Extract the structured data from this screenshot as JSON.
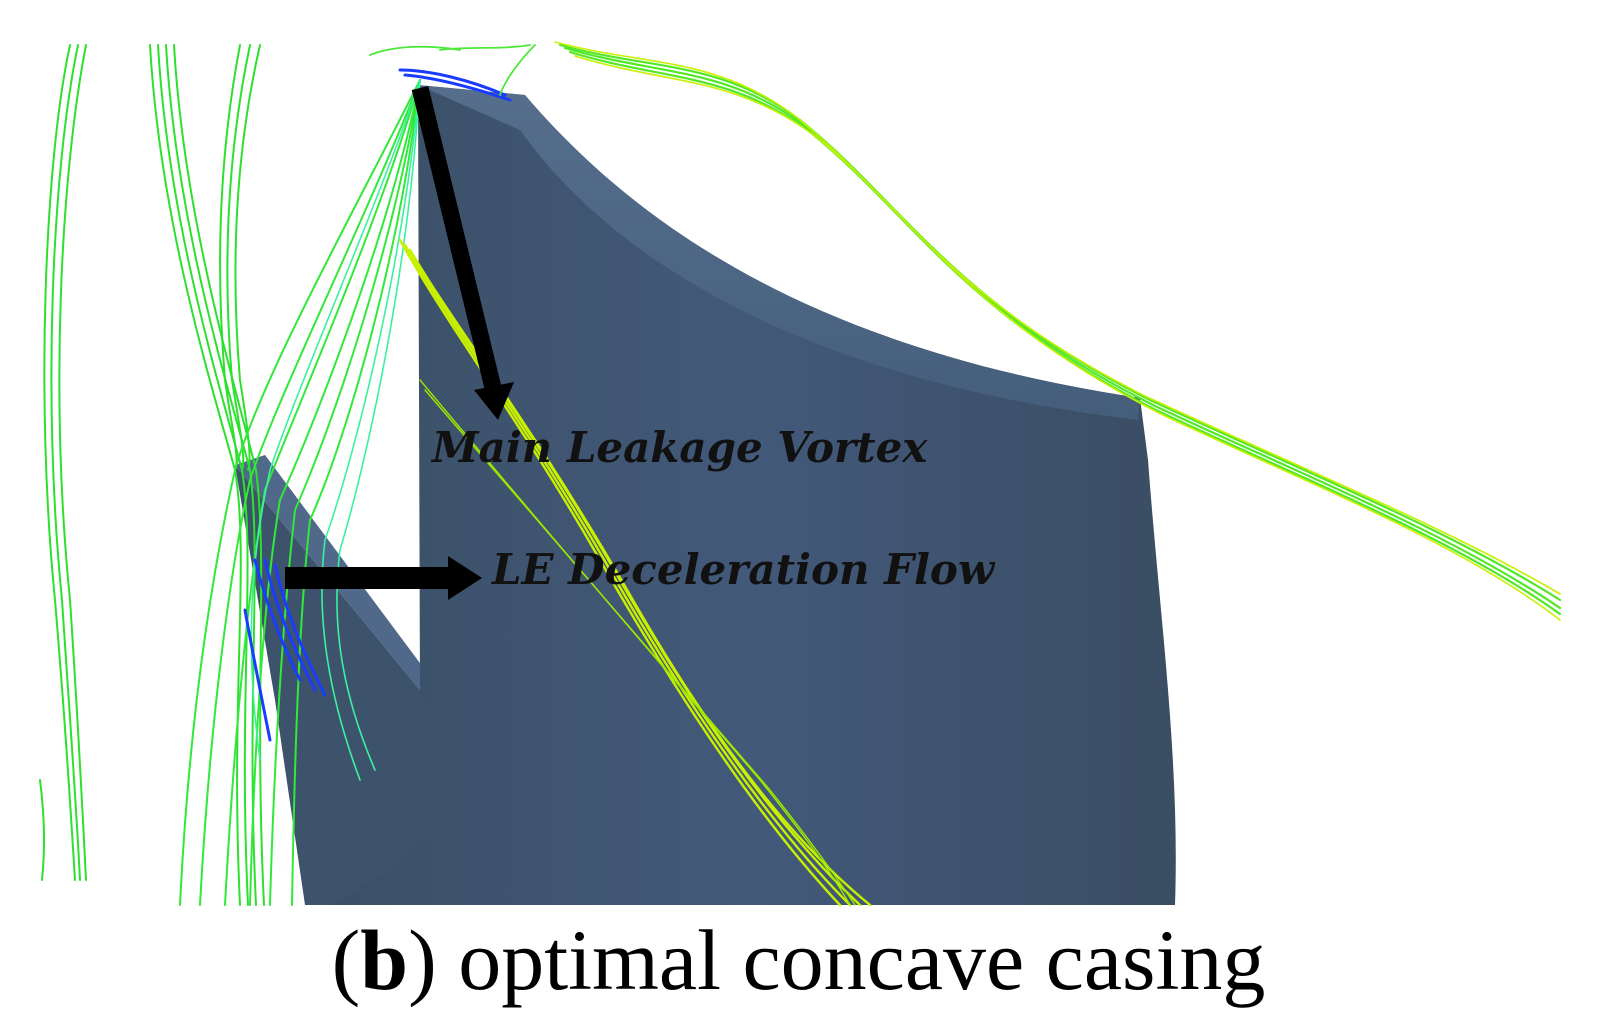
{
  "annotations": {
    "main_vortex": "Main Leakage Vortex",
    "le_flow": "LE Deceleration Flow"
  },
  "caption": {
    "open_paren": "(",
    "letter": "b",
    "close_paren": ")",
    "text": " optimal concave casing"
  },
  "colors": {
    "blade": "#3f566e",
    "blade_light": "#52698a",
    "streamline_green": "#22dd22",
    "streamline_yellow": "#c8f000",
    "streamline_blue": "#1a3cff",
    "arrow": "#000000"
  }
}
